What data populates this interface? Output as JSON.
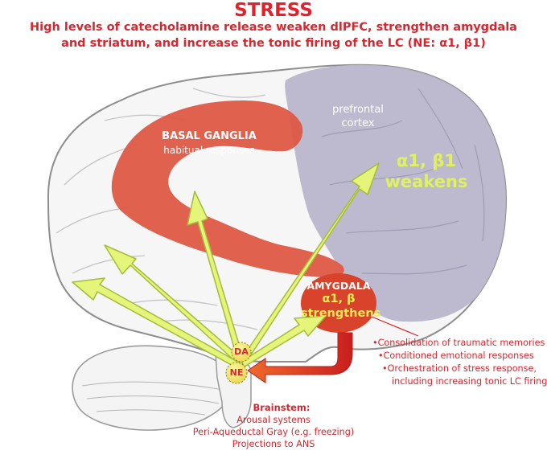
{
  "header": {
    "title": "STRESS",
    "subtitle_lines": [
      "High levels of catecholamine release weaken dlPFC, strengthen amygdala",
      "and striatum, and increase the tonic firing of the LC (NE: α1, β1)"
    ]
  },
  "regions": {
    "basal_ganglia": {
      "label": "BASAL GANGLIA",
      "sublabel": "habitual responses"
    },
    "prefrontal_cortex": {
      "label_lines": [
        "prefrontal",
        "cortex"
      ],
      "receptors": "α1, β1",
      "effect": "weakens"
    },
    "amygdala": {
      "label": "AMYGDALA",
      "receptors": "α1, β",
      "effect": "strengthens"
    }
  },
  "neurotransmitters": {
    "da": "DA",
    "ne": "NE"
  },
  "amygdala_outputs": [
    "•Consolidation of traumatic memories",
    "•Conditioned emotional responses",
    "•Orchestration of stress response,",
    "including increasing tonic LC firing"
  ],
  "brainstem": {
    "title": "Brainstem:",
    "items": [
      "Arousal systems",
      "Peri-Aqueductal Gray (e.g. freezing)",
      "Projections to ANS"
    ]
  },
  "colors": {
    "title_red": "#e5202a",
    "text_red": "#d9262e",
    "basal_ganglia_fill": "#de5641",
    "amygdala_fill": "#d8432c",
    "prefrontal_fill": "#b9b6cc",
    "arrow_fill": "#e4f57a",
    "arrow_stroke": "#a6bb3a",
    "receptor_yellow": "#dff25e"
  }
}
